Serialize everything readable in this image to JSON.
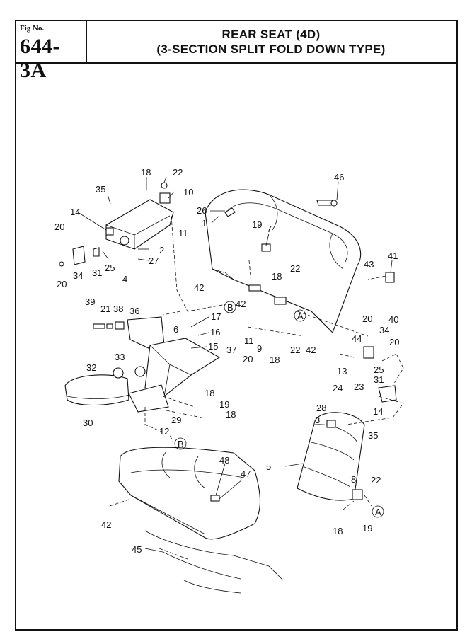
{
  "header": {
    "fig_label": "Fig No.",
    "fig_number": "644-3A",
    "title_line1": "REAR SEAT (4D)",
    "title_line2": "(3-SECTION SPLIT FOLD DOWN TYPE)"
  },
  "callouts": {
    "c46": "46",
    "c18a": "18",
    "c22a": "22",
    "c10": "10",
    "c35a": "35",
    "c14a": "14",
    "c11a": "11",
    "c20a": "20",
    "c2": "2",
    "c27": "27",
    "c34a": "34",
    "c31a": "31",
    "c25a": "25",
    "c4": "4",
    "c20b": "20",
    "c26": "26",
    "c1": "1",
    "c19a": "19",
    "c7": "7",
    "c22b": "22",
    "c18b": "18",
    "c41": "41",
    "c43": "43",
    "c42a": "42",
    "cBa": "B",
    "c42b": "42",
    "cAa": "A",
    "c39": "39",
    "c21": "21",
    "c38": "38",
    "c36": "36",
    "c17": "17",
    "c16": "16",
    "c6": "6",
    "c15": "15",
    "c37": "37",
    "c20c": "20",
    "c11b": "11",
    "c9": "9",
    "c22c": "22",
    "c18c": "18",
    "c42c": "42",
    "c20d": "20",
    "c40": "40",
    "c44": "44",
    "c34b": "34",
    "c20e": "20",
    "c13": "13",
    "c25b": "25",
    "c31b": "31",
    "c33": "33",
    "c32": "32",
    "c24": "24",
    "c23": "23",
    "c14b": "14",
    "c18d": "18",
    "c29": "29",
    "c19b": "19",
    "c18e": "18",
    "c30": "30",
    "c12": "12",
    "cBb": "B",
    "c28": "28",
    "c3": "3",
    "c35b": "35",
    "c5": "5",
    "c48": "48",
    "c47": "47",
    "c8": "8",
    "c22d": "22",
    "c42d": "42",
    "cAb": "A",
    "c18f": "18",
    "c19c": "19",
    "c45": "45"
  }
}
